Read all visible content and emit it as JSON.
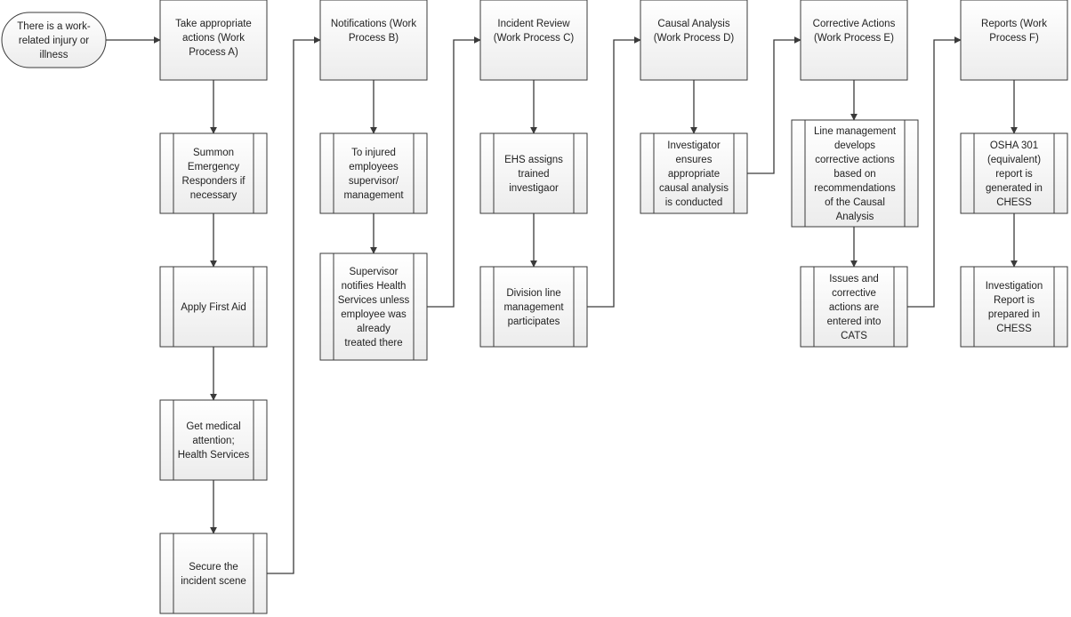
{
  "nodes": [
    {
      "id": "start",
      "lines": [
        "There is a work-",
        "related injury or",
        "illness"
      ]
    },
    {
      "id": "a0",
      "lines": [
        "Take appropriate",
        "actions (Work",
        "Process A)"
      ]
    },
    {
      "id": "a1",
      "lines": [
        "Summon",
        "Emergency",
        "Responders if",
        "necessary"
      ]
    },
    {
      "id": "a2",
      "lines": [
        "Apply First Aid"
      ]
    },
    {
      "id": "a3",
      "lines": [
        "Get medical",
        "attention;",
        "Health Services"
      ]
    },
    {
      "id": "a4",
      "lines": [
        "Secure the",
        "incident scene"
      ]
    },
    {
      "id": "b0",
      "lines": [
        "Notifications (Work",
        "Process B)"
      ]
    },
    {
      "id": "b1",
      "lines": [
        "To injured",
        "employees",
        "supervisor/",
        "management"
      ]
    },
    {
      "id": "b2",
      "lines": [
        "Supervisor",
        "notifies Health",
        "Services unless",
        "employee was",
        "already",
        "treated there"
      ]
    },
    {
      "id": "c0",
      "lines": [
        "Incident Review",
        "(Work Process C)"
      ]
    },
    {
      "id": "c1",
      "lines": [
        "EHS assigns",
        "trained",
        "investigaor"
      ]
    },
    {
      "id": "c2",
      "lines": [
        "Division line",
        "management",
        "participates"
      ]
    },
    {
      "id": "d0",
      "lines": [
        "Causal Analysis",
        "(Work Process D)"
      ]
    },
    {
      "id": "d1",
      "lines": [
        "Investigator",
        "ensures",
        "appropriate",
        "causal analysis",
        "is conducted"
      ]
    },
    {
      "id": "e0",
      "lines": [
        "Corrective Actions",
        "(Work Process E)"
      ]
    },
    {
      "id": "e1",
      "lines": [
        "Line management",
        "develops",
        "corrective actions",
        "based on",
        "recommendations",
        "of the Causal",
        "Analysis"
      ]
    },
    {
      "id": "e2",
      "lines": [
        "Issues and",
        "corrective",
        "actions are",
        "entered into",
        "CATS"
      ]
    },
    {
      "id": "f0",
      "lines": [
        "Reports (Work",
        "Process F)"
      ]
    },
    {
      "id": "f1",
      "lines": [
        "OSHA 301",
        "(equivalent)",
        "report is",
        "generated in",
        "CHESS"
      ]
    },
    {
      "id": "f2",
      "lines": [
        "Investigation",
        "Report is",
        "prepared  in",
        "CHESS"
      ]
    }
  ]
}
